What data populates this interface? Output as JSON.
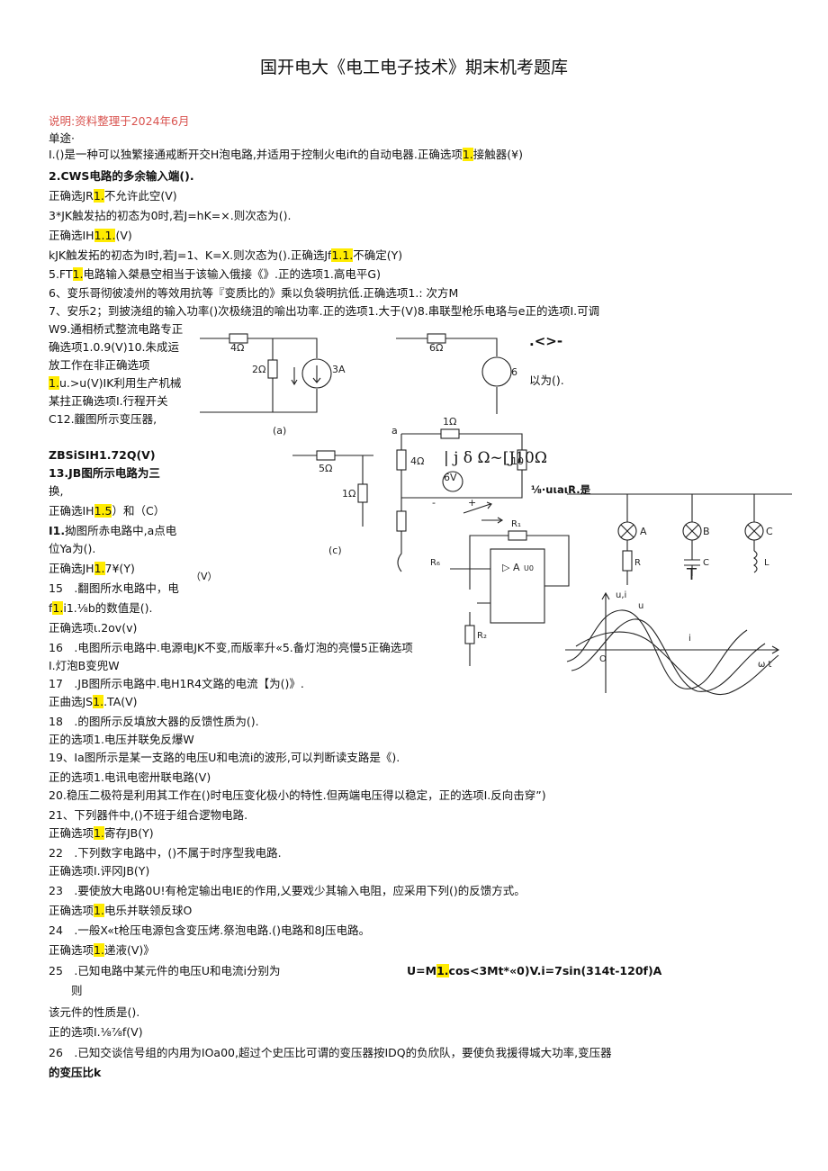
{
  "document": {
    "title": "国开电大《电工电子技术》期末机考题库",
    "note": "说明:资料整理于2024年6月",
    "section": "单途·",
    "lines": [
      {
        "parts": [
          {
            "t": "I.()是一种可以独繁接通戒断开交H泡电路,并适用于控制火电ift的自动电器.正确选项"
          },
          {
            "t": "1.",
            "h": true
          },
          {
            "t": "接触器(¥)"
          }
        ]
      },
      {
        "parts": [
          {
            "t": "2.CWS电路的多余输入端().",
            "b": true
          }
        ]
      },
      {
        "parts": [
          {
            "t": "正确选JR"
          },
          {
            "t": "1.",
            "h": true
          },
          {
            "t": "不允许此空(V)"
          }
        ]
      },
      {
        "parts": [
          {
            "t": "3*JK触发拈的初态为0时,若J=hK=×.则次态为()."
          }
        ]
      },
      {
        "parts": [
          {
            "t": "正确选IH"
          },
          {
            "t": "1.1.",
            "h": true
          },
          {
            "t": "(V)"
          }
        ]
      },
      {
        "parts": [
          {
            "t": "kJK触发拓的初态为I时,若J=1、K=X.则次态为().正确选Jf"
          },
          {
            "t": "1.1.",
            "h": true
          },
          {
            "t": "不确定(Y)"
          }
        ]
      },
      {
        "parts": [
          {
            "t": "5.FT"
          },
          {
            "t": "1.",
            "h": true
          },
          {
            "t": "电路输入桀悬空相当于该输入俄接《》.正的选项1.高电平G)"
          }
        ]
      },
      {
        "parts": [
          {
            "t": "6、变乐哥彻彼凌州的等效用抗等『变质比的》乘以负袋明抗低.正确选项1.: 次方M"
          }
        ]
      },
      {
        "parts": [
          {
            "t": "7、安乐2；到披浇组的输入功率()次极绕沮的喻出功率.正的选项1.大于(V)8.串联型枪乐电珞与e正的选项I.可调"
          }
        ]
      },
      {
        "parts": [
          {
            "t": "W9.通相桥式整流电路专正"
          }
        ]
      },
      {
        "parts": [
          {
            "t": "确选项1.0.9(V)10.朱成运"
          }
        ]
      },
      {
        "parts": [
          {
            "t": "放工作在非正确选项"
          }
        ]
      },
      {
        "parts": [
          {
            "t": "1.",
            "h": true
          },
          {
            "t": "u.>u(V)IK利用生产机械"
          }
        ]
      },
      {
        "parts": [
          {
            "t": "某拄正确选项I.行程开关"
          }
        ]
      },
      {
        "parts": [
          {
            "t": "C12.龖图所示变压器,"
          }
        ]
      },
      {
        "parts": [
          {
            "t": "ZBSiSIH1.72Q(V)",
            "b": true
          }
        ]
      },
      {
        "parts": [
          {
            "t": "13.JB图所示电路为三",
            "b": true
          }
        ]
      },
      {
        "parts": [
          {
            "t": "换,"
          }
        ]
      },
      {
        "parts": [
          {
            "t": "正确选IH"
          },
          {
            "t": "1.5",
            "h": true
          },
          {
            "t": "）和（C）"
          }
        ]
      },
      {
        "parts": [
          {
            "t": "I1.",
            "b": true
          },
          {
            "t": "拗图所赤电路中,a点电"
          }
        ]
      },
      {
        "parts": [
          {
            "t": "位Ya为()."
          }
        ]
      },
      {
        "parts": [
          {
            "t": "正确选JH"
          },
          {
            "t": "1.",
            "h": true
          },
          {
            "t": "7¥(Y)"
          }
        ]
      },
      {
        "parts": [
          {
            "t": "15　.翻图所水电路中，电"
          }
        ]
      },
      {
        "parts": [
          {
            "t": "f"
          },
          {
            "t": "1.",
            "h": true
          },
          {
            "t": "i1.⅛b的数值是()."
          }
        ]
      },
      {
        "parts": [
          {
            "t": "正确选项ι.2ov(v)"
          }
        ]
      },
      {
        "parts": [
          {
            "t": "16　.电图所示电路中.电源电JK不变,而版率升«5.备灯泡的亮慢5正确选项"
          }
        ]
      },
      {
        "parts": [
          {
            "t": "I.灯泡B变兜W"
          }
        ]
      },
      {
        "parts": [
          {
            "t": "17　.JB图所示电路中.电H1R4文路的电流【为()》."
          }
        ]
      },
      {
        "parts": [
          {
            "t": "正曲选JS"
          },
          {
            "t": "1.",
            "h": true
          },
          {
            "t": ".TA(V)"
          }
        ]
      },
      {
        "parts": [
          {
            "t": "18　.的图所示反填放大器的反馈性质为()."
          }
        ]
      },
      {
        "parts": [
          {
            "t": "正的选项1.电压并联免反爆W"
          }
        ]
      },
      {
        "parts": [
          {
            "t": "19、Ia图所示是某一支路的电压U和电流i的波形,可以判断读支路是《)."
          }
        ]
      },
      {
        "parts": [
          {
            "t": "正的选项1.电讯电密卅联电路(V)"
          }
        ]
      },
      {
        "parts": [
          {
            "t": "20.稳压二极符是利用其工作在()时电压变化极小的特性.但两端电压得以稳定，正的选项I.反向击穿”)"
          }
        ]
      },
      {
        "parts": [
          {
            "t": "21、下列器件中,()不班于组合逻物电路."
          }
        ]
      },
      {
        "parts": [
          {
            "t": "正确选项"
          },
          {
            "t": "1.",
            "h": true
          },
          {
            "t": "寄存JB(Y)"
          }
        ]
      },
      {
        "parts": [
          {
            "t": "22　.下列数字电路中，()不属于时序型我电路."
          }
        ]
      },
      {
        "parts": [
          {
            "t": "正确选项I.评冈JB(Y)"
          }
        ]
      },
      {
        "parts": [
          {
            "t": "23　.要使放大电路0U!有枪定输出电IE的作用,乂要戏少其输入电阻，应采用下列()的反馈方式。"
          }
        ]
      },
      {
        "parts": [
          {
            "t": "正确选项"
          },
          {
            "t": "1.",
            "h": true
          },
          {
            "t": "电乐并联领反球O"
          }
        ]
      },
      {
        "parts": [
          {
            "t": "24　.一般X«t枪压电源包含变压烤.祭泡电路.()电路和8J压电路。"
          }
        ]
      },
      {
        "parts": [
          {
            "t": "正确选项"
          },
          {
            "t": "1.",
            "h": true
          },
          {
            "t": "递液(V)》"
          }
        ]
      },
      {
        "parts": [
          {
            "t": "25　.已知电路中某元件的电压U和电流i分别为"
          }
        ]
      },
      {
        "parts": [
          {
            "t": "　　则"
          }
        ]
      },
      {
        "parts": [
          {
            "t": "该元件的性质是()."
          }
        ]
      },
      {
        "parts": [
          {
            "t": "正的选项I.⅛⅞f(V)"
          }
        ]
      },
      {
        "parts": [
          {
            "t": "26　.已知交谈信号组的内用为IOa00,超过个史压比可谓的变压器按IDQ的负欣队，要使负我援得城大功率,变压器"
          }
        ]
      },
      {
        "parts": [
          {
            "t": "的变压比k",
            "b": true
          }
        ]
      }
    ],
    "fragments": {
      "f1": ".<>-",
      "f2": "以为().",
      "f3": "（V）",
      "f4": "| j δ  Ω~[J10Ω",
      "f5": "⅛·uιaιR.是",
      "f25a": "U=M",
      "f25b": "1.",
      "f25c": "cos<3Mt*«0)V.i=7sin(314t-120f)A"
    },
    "figures": {
      "circuit_a": {
        "r1": "4Ω",
        "r2": "2Ω",
        "src": "3A",
        "caption": "(a)"
      },
      "circuit_b": {
        "r1": "6Ω",
        "src": "6"
      },
      "circuit_c": {
        "r1": "5Ω",
        "r2": "1Ω",
        "caption": "(c)"
      },
      "circuit_d": {
        "node": "a",
        "r1": "1Ω",
        "r2": "4Ω",
        "r3": "10",
        "src": "6V",
        "minus": "-",
        "plus": "+"
      },
      "opamp": {
        "rf": "R₁",
        "rs": "R₆",
        "amp": "▷ A",
        "uo": "U0",
        "r2": "R₂"
      },
      "lamps": {
        "a": "A",
        "b": "B",
        "c": "C",
        "r": "R",
        "cap": "C",
        "ind": "L",
        "t": "T"
      },
      "wave": {
        "axis": "u,i",
        "u": "u",
        "i": "i",
        "origin": "O",
        "wt": "ω t"
      }
    }
  }
}
